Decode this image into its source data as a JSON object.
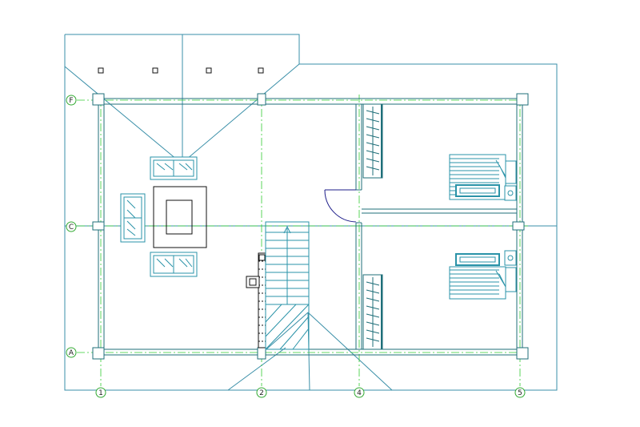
{
  "drawing": {
    "grid_labels": {
      "row_top": "F",
      "row_mid": "C",
      "row_bottom": "A",
      "col_1": "1",
      "col_2": "2",
      "col_4": "4",
      "col_5": "5"
    },
    "colors": {
      "roof_line": "#3a8fa8",
      "wall": "#1f6f7a",
      "axis": "#33cc33",
      "furniture": "#2a93a8",
      "stair": "#2a93a8",
      "door": "#1e1e8a",
      "label_circle": "#33aa33"
    }
  }
}
